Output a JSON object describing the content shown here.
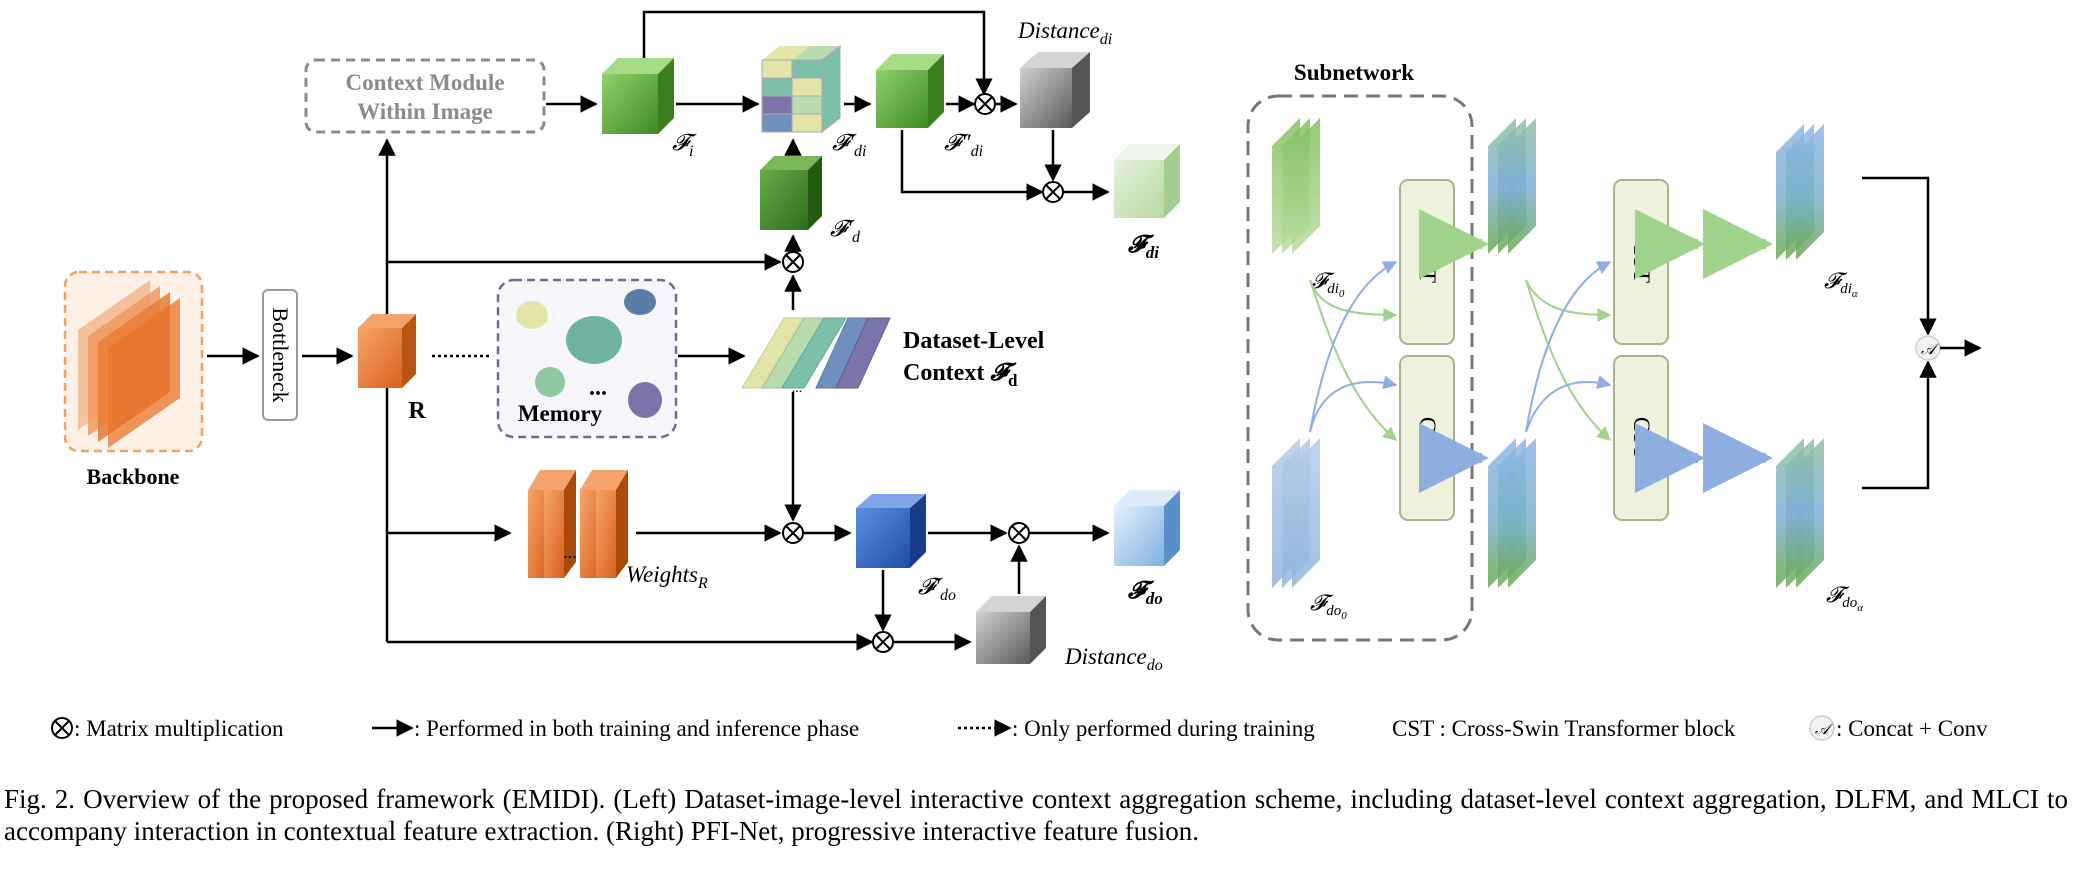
{
  "left": {
    "backbone": "Backbone",
    "bottleneck": "Bottleneck",
    "r": "R",
    "context_module": [
      "Context Module",
      "Within Image"
    ],
    "memory": "Memory",
    "memory_ellipsis": "...",
    "dataset_level": [
      "Dataset-Level",
      "Context "
    ],
    "dataset_level_symbol": "𝓕",
    "dataset_level_sub": "d",
    "f_i": "𝓕",
    "f_i_sub": "i",
    "f_di_prime": "𝓕′",
    "f_di_prime_sub": "di",
    "f_di_dprime": "𝓕″",
    "f_di_dprime_sub": "di",
    "f_d_prime": "𝓕′",
    "f_d_prime_sub": "d",
    "distance_di": "Distance",
    "distance_di_sub": "di",
    "f_di_out": "𝓕",
    "f_di_out_sub": "di",
    "weights": "Weights",
    "weights_sub": "R",
    "weights_ellipsis": "...",
    "f_do_prime": "𝓕′",
    "f_do_prime_sub": "do",
    "f_do_out": "𝓕",
    "f_do_out_sub": "do",
    "distance_do": "Distance",
    "distance_do_sub": "do",
    "dataset_ellipsis": "..."
  },
  "right": {
    "subnetwork": "Subnetwork",
    "cst": "CST",
    "f_di0": "𝓕",
    "f_di0_sub": "di",
    "f_di0_subsub": "0",
    "f_do0": "𝓕",
    "f_do0_sub": "do",
    "f_do0_subsub": "0",
    "f_dia": "𝓕",
    "f_dia_sub": "di",
    "f_dia_subsub": "α",
    "f_doa": "𝓕",
    "f_doa_sub": "do",
    "f_doa_subsub": "α",
    "concat_symbol": "𝒜"
  },
  "legend": {
    "matmul": " : Matrix multiplication",
    "solid": " : Performed in both training and inference phase",
    "dotted": " : Only performed during training",
    "cst": "CST : Cross-Swin Transformer block",
    "concat": " : Concat + Conv"
  },
  "caption": "Fig. 2.   Overview of the proposed framework (EMIDI). (Left) Dataset-image-level interactive context aggregation scheme, including dataset-level context aggregation, DLFM, and MLCI to accompany interaction in contextual feature extraction. (Right) PFI-Net, progressive interactive feature fusion.",
  "colors": {
    "orange": "#e8732a",
    "green": "#6aaa3f",
    "dark_green": "#4e8a2c",
    "light_green": "#c6e0b4",
    "blue": "#3f6fc4",
    "light_blue": "#a8c8ea",
    "gray": "#7f7f7f",
    "purple_border": "#6e6a9a",
    "arrow_green": "#9fd28a",
    "arrow_blue": "#8faee0"
  }
}
